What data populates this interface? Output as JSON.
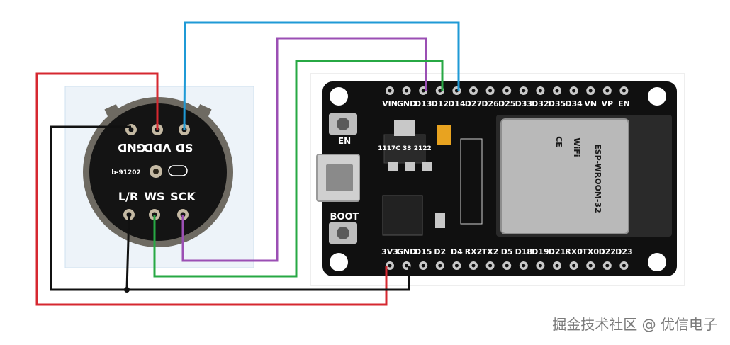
{
  "mic": {
    "top_labels": [
      "GND",
      "VDD",
      "SD"
    ],
    "bottom_labels": [
      "L/R",
      "WS",
      "SCK"
    ],
    "side_mark": "b-91202"
  },
  "board": {
    "top_pins": [
      "VIN",
      "GND",
      "D13",
      "D12",
      "D14",
      "D27",
      "D26",
      "D25",
      "D33",
      "D32",
      "D35",
      "D34",
      "VN",
      "VP",
      "EN"
    ],
    "bottom_pins": [
      "3V3",
      "GND",
      "D15",
      "D2",
      "D4",
      "RX2",
      "TX2",
      "D5",
      "D18",
      "D19",
      "D21",
      "RX0",
      "TX0",
      "D22",
      "D23"
    ],
    "en_label": "EN",
    "boot_label": "BOOT",
    "module_label": "ESP-WROOM-32",
    "module_wifi": "WiFi",
    "module_ce": "CE",
    "regulator_text": "1117C 33 2122"
  },
  "wire_colors": {
    "power": "#d62830",
    "ground": "#111111",
    "sd": "#1f9ad6",
    "sck": "#9b4fb4",
    "ws": "#27a844"
  },
  "watermark": "掘金技术社区 @ 优信电子"
}
